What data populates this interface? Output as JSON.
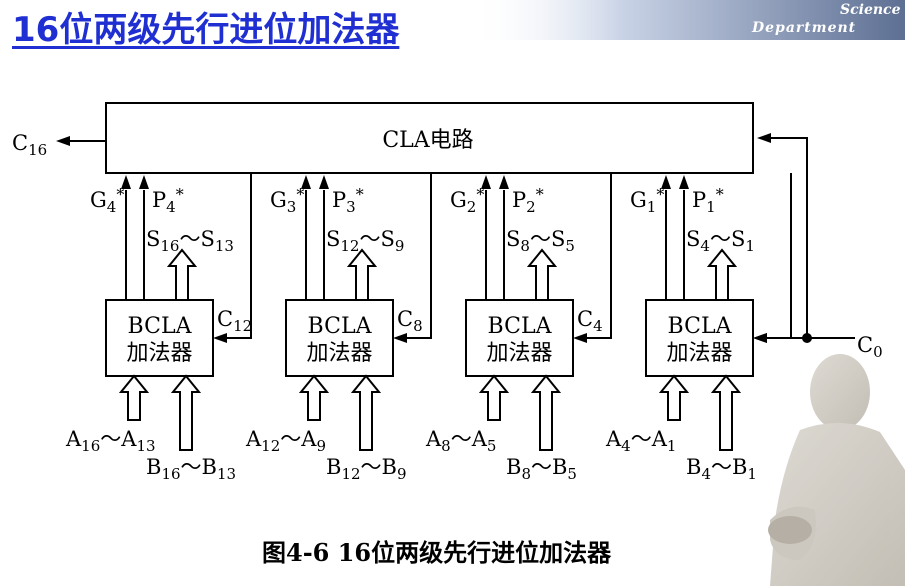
{
  "slide": {
    "title": "16位两级先行进位加法器",
    "caption": "图4-6  16位两级先行进位加法器",
    "banner_text_1": "Science",
    "banner_text_2": "Department"
  },
  "diagram": {
    "cla_label": "CLA电路",
    "c16": {
      "main": "C",
      "sub": "16"
    },
    "c0": {
      "main": "C",
      "sub": "0"
    },
    "adder_line1": "BCLA",
    "adder_line2": "加法器",
    "groups": [
      {
        "g": {
          "main": "G",
          "sub": "4",
          "sup": "*"
        },
        "p": {
          "main": "P",
          "sub": "4",
          "sup": "*"
        },
        "s": {
          "a": "S",
          "a_sub": "16",
          "b": "S",
          "b_sub": "13"
        },
        "carry": {
          "main": "C",
          "sub": "12"
        },
        "a": {
          "a": "A",
          "a_sub": "16",
          "b": "A",
          "b_sub": "13"
        },
        "b": {
          "a": "B",
          "a_sub": "16",
          "b": "B",
          "b_sub": "13"
        }
      },
      {
        "g": {
          "main": "G",
          "sub": "3",
          "sup": "*"
        },
        "p": {
          "main": "P",
          "sub": "3",
          "sup": "*"
        },
        "s": {
          "a": "S",
          "a_sub": "12",
          "b": "S",
          "b_sub": "9"
        },
        "carry": {
          "main": "C",
          "sub": "8"
        },
        "a": {
          "a": "A",
          "a_sub": "12",
          "b": "A",
          "b_sub": "9"
        },
        "b": {
          "a": "B",
          "a_sub": "12",
          "b": "B",
          "b_sub": "9"
        }
      },
      {
        "g": {
          "main": "G",
          "sub": "2",
          "sup": "*"
        },
        "p": {
          "main": "P",
          "sub": "2",
          "sup": "*"
        },
        "s": {
          "a": "S",
          "a_sub": "8",
          "b": "S",
          "b_sub": "5"
        },
        "carry": {
          "main": "C",
          "sub": "4"
        },
        "a": {
          "a": "A",
          "a_sub": "8",
          "b": "A",
          "b_sub": "5"
        },
        "b": {
          "a": "B",
          "a_sub": "8",
          "b": "B",
          "b_sub": "5"
        }
      },
      {
        "g": {
          "main": "G",
          "sub": "1",
          "sup": "*"
        },
        "p": {
          "main": "P",
          "sub": "1",
          "sup": "*"
        },
        "s": {
          "a": "S",
          "a_sub": "4",
          "b": "S",
          "b_sub": "1"
        },
        "carry": null,
        "a": {
          "a": "A",
          "a_sub": "4",
          "b": "A",
          "b_sub": "1"
        },
        "b": {
          "a": "B",
          "a_sub": "4",
          "b": "B",
          "b_sub": "1"
        }
      }
    ],
    "tilde": "～",
    "colors": {
      "line": "#000000",
      "title": "#1f2fd1",
      "banner": "#8a94a8"
    }
  }
}
